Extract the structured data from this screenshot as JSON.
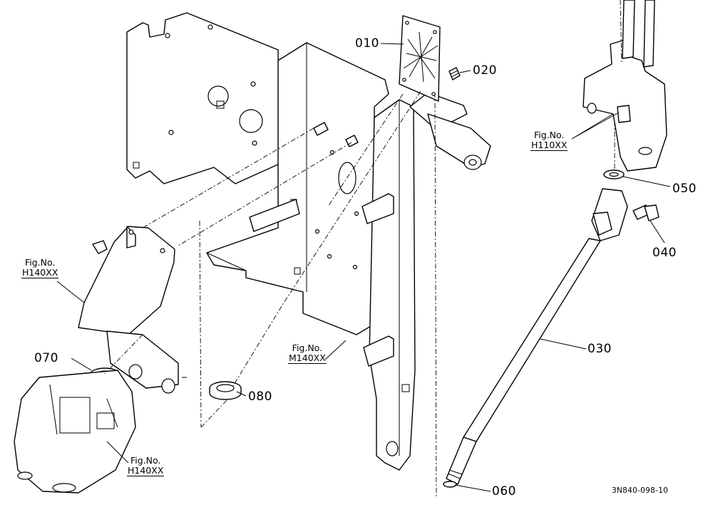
{
  "figure_code": "3N840-098-10",
  "fig_prefix": "Fig.No.",
  "part_labels": {
    "p010": "010",
    "p020": "020",
    "p030": "030",
    "p040": "040",
    "p050": "050",
    "p060": "060",
    "p070": "070",
    "p080": "080"
  },
  "figure_refs": {
    "h110": "H110XX",
    "h140_upper": "H140XX",
    "h140_lower": "H140XX",
    "m140": "M140XX"
  }
}
